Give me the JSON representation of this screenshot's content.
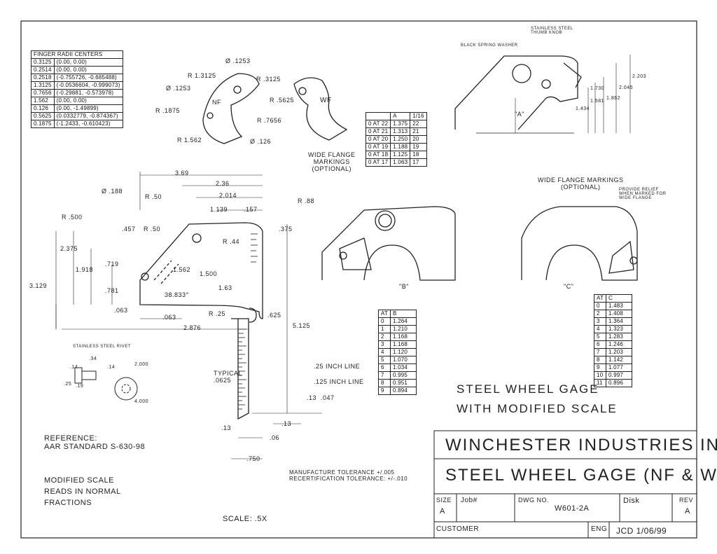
{
  "finger_radii": {
    "title": "FINGER RADII CENTERS",
    "rows": [
      [
        "0.3125",
        "(0.00, 0.00)"
      ],
      [
        "0.2514",
        "(0.00, 0.00)"
      ],
      [
        "0.2518",
        "(-0.755726, -0.685488)"
      ],
      [
        "1.3125",
        "(-0.0536604, -0.999073)"
      ],
      [
        "0.7656",
        "(-0.29881, -0.573978)"
      ],
      [
        "1.562",
        "(0.00, 0.00)"
      ],
      [
        "0.126",
        "(0.00, -1.49899)"
      ],
      [
        "0.5625",
        "(0.0332779, -0.874367)"
      ],
      [
        "0.1875",
        "(-1.2433, -0.610423)"
      ]
    ]
  },
  "table_a": {
    "headers": [
      "",
      "A",
      "1/16"
    ],
    "rows": [
      [
        "0 AT 22",
        "1.375",
        "22"
      ],
      [
        "0 AT 21",
        "1.313",
        "21"
      ],
      [
        "0 AT 20",
        "1.250",
        "20"
      ],
      [
        "0 AT 19",
        "1.188",
        "19"
      ],
      [
        "0 AT 18",
        "1.125",
        "18"
      ],
      [
        "0 AT 17",
        "1.063",
        "17"
      ]
    ]
  },
  "table_b": {
    "headers": [
      "AT",
      "B"
    ],
    "rows": [
      [
        "0",
        "1.264"
      ],
      [
        "1",
        "1.210"
      ],
      [
        "2",
        "1.168"
      ],
      [
        "3",
        "1.168"
      ],
      [
        "4",
        "1.120"
      ],
      [
        "5",
        "1.070"
      ],
      [
        "6",
        "1.034"
      ],
      [
        "7",
        "0.995"
      ],
      [
        "8",
        "0.951"
      ],
      [
        "9",
        "0.894"
      ]
    ]
  },
  "table_c": {
    "headers": [
      "AT",
      "C"
    ],
    "rows": [
      [
        "0",
        "1.483"
      ],
      [
        "2",
        "1.408"
      ],
      [
        "3",
        "1.364"
      ],
      [
        "4",
        "1.323"
      ],
      [
        "5",
        "1.283"
      ],
      [
        "6",
        "1.246"
      ],
      [
        "7",
        "1.203"
      ],
      [
        "8",
        "1.142"
      ],
      [
        "9",
        "1.077"
      ],
      [
        "10",
        "0.997"
      ],
      [
        "11",
        "0.896"
      ]
    ]
  },
  "labels": {
    "wide_flange_markings_top": "WIDE FLANGE\nMARKINGS\n(OPTIONAL)",
    "wide_flange_markings_right": "WIDE FLANGE MARKINGS\n(OPTIONAL)",
    "provide_relief": "PROVIDE RELIEF\nWHEN MARKED FOR\nWIDE FLANGE",
    "stainless_thumb": "STAINLESS STEEL\nTHUMB KNOB",
    "black_washer": "BLACK SPRING WASHER",
    "stainless_rivet": "STAINLESS STEEL RIVET",
    "typical": "TYPICAL\n.0625",
    "quarter_line": ".25 INCH LINE",
    "eighth_line": ".125 INCH LINE",
    "reference": "REFERENCE:\nAAR STANDARD S-630-98",
    "modified_scale": "MODIFIED SCALE\nREADS IN NORMAL\nFRACTIONS",
    "scale": "SCALE: .5X",
    "tolerance": "MANUFACTURE TOLERANCE +/.005\nRECERTIFICATION TOLERANCE: +/-.010",
    "gage_title": "STEEL WHEEL GAGE\nWITH MODIFIED SCALE",
    "dim_a": "\"A\"",
    "dim_b": "\"B\"",
    "dim_c": "\"C\""
  },
  "dims": {
    "d369": "3.69",
    "d236": "2.36",
    "d2014": "2.014",
    "d1139": "1.139",
    "d157": ".157",
    "r88": "R .88",
    "d188": "Ø .188",
    "r50a": "R .50",
    "r500": "R .500",
    "d457": ".457",
    "r50b": "R .50",
    "r44": "R .44",
    "d375": ".375",
    "d2375": "2.375",
    "d1918": "1.918",
    "d719": ".719",
    "d781": ".781",
    "d1562": "1.562",
    "d1500": "1.500",
    "d1863": "38.833°",
    "d163": "1.63",
    "d3129": "3.129",
    "d063a": ".063",
    "d063b": ".063",
    "r25": "R .25",
    "d625": ".625",
    "d2876": "2.876",
    "d5125": "5.125",
    "d13a": ".13",
    "d047": ".047",
    "d13b": ".13",
    "d13c": ".13",
    "d06": ".06",
    "d750": ".750",
    "f1253a": "Ø .1253",
    "fr13125": "R 1.3125",
    "fr3125": "R .3125",
    "f1253b": "Ø .1253",
    "fr1875": "R .1875",
    "fr5625": "R .5625",
    "fr7656": "R .7656",
    "fr1562": "R 1.562",
    "f126": "Ø .126",
    "nf": "NF",
    "wf": "WF",
    "r2203": "2.203",
    "r2045": "2.045",
    "r1862": "1.862",
    "r1730": "1.730",
    "r1581": "1.581",
    "r1434": "1.434",
    "rivet34": ".34",
    "rivet14a": ".14",
    "rivet14b": ".14",
    "rivet25": ".25",
    "rivet19": ".19",
    "rivet2000": "2.000",
    "rivet4000": "4.000"
  },
  "title_block": {
    "company": "WINCHESTER INDUSTRIES INC.",
    "drawing_title": "STEEL WHEEL GAGE (NF & WF)",
    "size_label": "SIZE",
    "size_value": "A",
    "job_label": "Job#",
    "dwg_label": "DWG NO.",
    "dwg_value": "W601-2A",
    "disk_label": "Disk",
    "rev_label": "REV",
    "rev_value": "A",
    "customer_label": "CUSTOMER",
    "eng_label": "ENG",
    "eng_value": "JCD 1/06/99"
  }
}
